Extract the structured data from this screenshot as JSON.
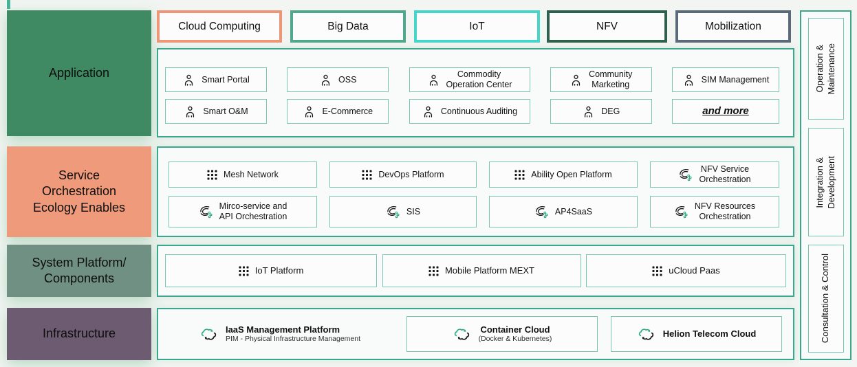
{
  "left_column": [
    {
      "label": "Application",
      "color": "#3f8a63"
    },
    {
      "label": "Service\nOrchestration\nEcology Enables",
      "color": "#ef9a7a"
    },
    {
      "label": "System Platform/\nComponents",
      "color": "#6f9083"
    },
    {
      "label": "Infrastructure",
      "color": "#6c5b71"
    }
  ],
  "top_row": [
    {
      "label": "Cloud Computing",
      "border_color": "#ee9678"
    },
    {
      "label": "Big Data",
      "border_color": "#4fa88d"
    },
    {
      "label": "IoT",
      "border_color": "#44d6c9"
    },
    {
      "label": "NFV",
      "border_color": "#2f604e"
    },
    {
      "label": "Mobilization",
      "border_color": "#5a6a78"
    }
  ],
  "application": {
    "items": [
      {
        "label": "Smart Portal",
        "icon": "person-icon"
      },
      {
        "label": "OSS",
        "icon": "person-icon"
      },
      {
        "label": "Commodity\nOperation Center",
        "icon": "person-icon"
      },
      {
        "label": "Community\nMarketing",
        "icon": "person-icon"
      },
      {
        "label": "SIM Management",
        "icon": "person-icon"
      },
      {
        "label": "Smart O&M",
        "icon": "person-icon"
      },
      {
        "label": "E-Commerce",
        "icon": "person-icon"
      },
      {
        "label": "Continuous Auditing",
        "icon": "person-icon"
      },
      {
        "label": "DEG",
        "icon": "person-icon"
      },
      {
        "label": "and more",
        "icon": "none",
        "emphasis": "italic-underline"
      }
    ]
  },
  "services": {
    "items": [
      {
        "label": "Mesh Network",
        "icon": "grid-icon"
      },
      {
        "label": "DevOps Platform",
        "icon": "grid-icon"
      },
      {
        "label": "Ability Open Platform",
        "icon": "grid-icon"
      },
      {
        "label": "NFV Service\nOrchestration",
        "icon": "orchestration-flow-icon"
      },
      {
        "label": "Mirco-service and\nAPI Orchestration",
        "icon": "orchestration-flow-icon"
      },
      {
        "label": "SIS",
        "icon": "orchestration-flow-icon"
      },
      {
        "label": "AP4SaaS",
        "icon": "orchestration-flow-icon"
      },
      {
        "label": "NFV Resources\nOrchestration",
        "icon": "orchestration-flow-icon"
      }
    ]
  },
  "system": {
    "items": [
      {
        "label": "IoT Platform",
        "icon": "grid-icon"
      },
      {
        "label": "Mobile Platform MEXT",
        "icon": "grid-icon"
      },
      {
        "label": "uCloud Paas",
        "icon": "grid-icon"
      }
    ]
  },
  "infrastructure": {
    "items": [
      {
        "label": "IaaS Management Platform",
        "sublabel": "PIM - Physical Infrastructure Management",
        "icon": "cloud-sync-icon"
      },
      {
        "label": "Container Cloud",
        "sublabel": "(Docker & Kubernetes)",
        "icon": "cloud-sync-icon"
      },
      {
        "label": "Helion Telecom Cloud",
        "sublabel": "",
        "icon": "cloud-sync-icon"
      }
    ]
  },
  "right_column": [
    {
      "label": "Operation &\nMaintenance"
    },
    {
      "label": "Integration &\nDevelopment"
    },
    {
      "label": "Consultation & Control"
    }
  ],
  "colors": {
    "outer_border_teal": "#3aa68c",
    "inner_border_teal": "#79c6b2",
    "icon_accent_green": "#2fae7e",
    "page_background": "#f2f5f2",
    "box_background": "#fbfcfb"
  }
}
